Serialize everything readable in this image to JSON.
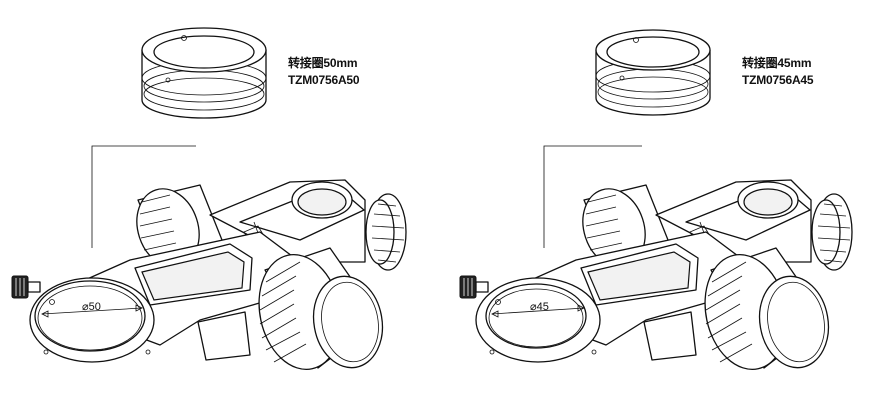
{
  "diagram": {
    "panels": [
      {
        "id": "left",
        "ring_name": "转接圈50mm",
        "ring_code": "TZM0756A50",
        "diameter_label": "⌀50"
      },
      {
        "id": "right",
        "ring_name": "转接圈45mm",
        "ring_code": "TZM0756A45",
        "diameter_label": "⌀45"
      }
    ]
  }
}
